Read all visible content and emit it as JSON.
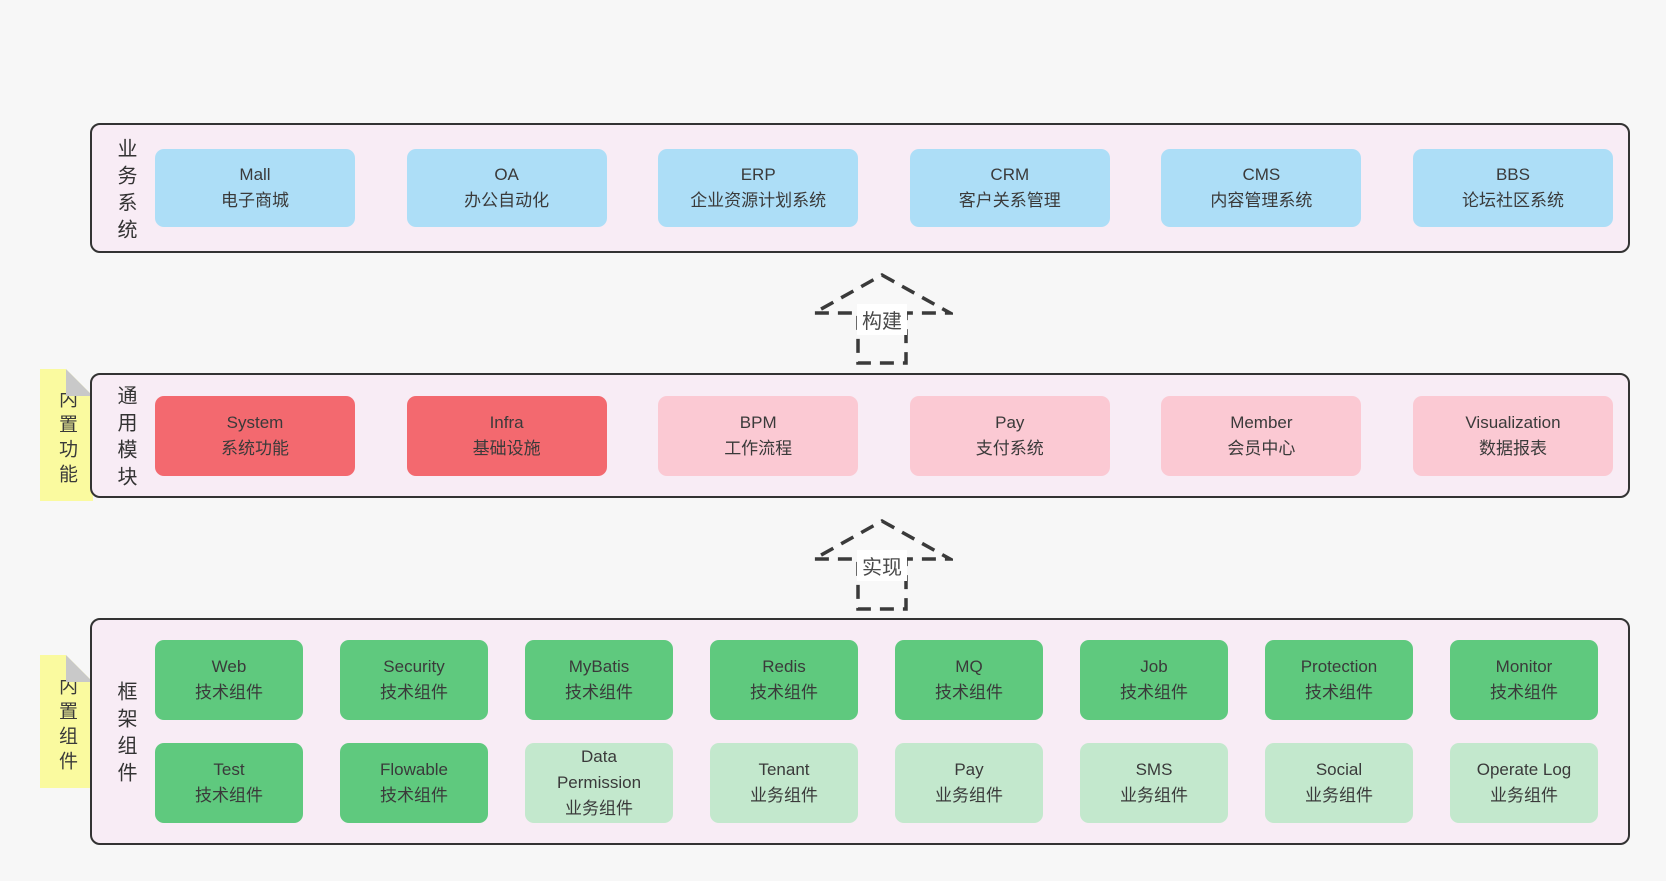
{
  "palette": {
    "page_bg": "#f7f7f7",
    "container_bg": "#f8ecf5",
    "container_border": "#333333",
    "blue": "#addef7",
    "red": "#f3696f",
    "pink": "#fbc9d3",
    "green": "#5fc97e",
    "light_green": "#c3e8cd",
    "note_yellow": "#fafa9f",
    "note_fold": "#c9c9c9",
    "text": "#3a3a3a"
  },
  "arrows": [
    {
      "label": "构建"
    },
    {
      "label": "实现"
    }
  ],
  "layers": [
    {
      "title_vertical": "业务系统",
      "boxes": [
        {
          "title": "Mall",
          "subtitle": "电子商城"
        },
        {
          "title": "OA",
          "subtitle": "办公自动化"
        },
        {
          "title": "ERP",
          "subtitle": "企业资源计划系统"
        },
        {
          "title": "CRM",
          "subtitle": "客户关系管理"
        },
        {
          "title": "CMS",
          "subtitle": "内容管理系统"
        },
        {
          "title": "BBS",
          "subtitle": "论坛社区系统"
        }
      ]
    },
    {
      "title_vertical": "通用模块",
      "note": "内置功能",
      "boxes": [
        {
          "title": "System",
          "subtitle": "系统功能"
        },
        {
          "title": "Infra",
          "subtitle": "基础设施"
        },
        {
          "title": "BPM",
          "subtitle": "工作流程"
        },
        {
          "title": "Pay",
          "subtitle": "支付系统"
        },
        {
          "title": "Member",
          "subtitle": "会员中心"
        },
        {
          "title": "Visualization",
          "subtitle": "数据报表"
        }
      ]
    },
    {
      "title_vertical": "框架组件",
      "note": "内置组件",
      "rows": [
        [
          {
            "title": "Web",
            "subtitle": "技术组件"
          },
          {
            "title": "Security",
            "subtitle": "技术组件"
          },
          {
            "title": "MyBatis",
            "subtitle": "技术组件"
          },
          {
            "title": "Redis",
            "subtitle": "技术组件"
          },
          {
            "title": "MQ",
            "subtitle": "技术组件"
          },
          {
            "title": "Job",
            "subtitle": "技术组件"
          },
          {
            "title": "Protection",
            "subtitle": "技术组件"
          },
          {
            "title": "Monitor",
            "subtitle": "技术组件"
          }
        ],
        [
          {
            "title": "Test",
            "subtitle": "技术组件"
          },
          {
            "title": "Flowable",
            "subtitle": "技术组件"
          },
          {
            "title": "Data Permission",
            "subtitle": "业务组件"
          },
          {
            "title": "Tenant",
            "subtitle": "业务组件"
          },
          {
            "title": "Pay",
            "subtitle": "业务组件"
          },
          {
            "title": "SMS",
            "subtitle": "业务组件"
          },
          {
            "title": "Social",
            "subtitle": "业务组件"
          },
          {
            "title": "Operate Log",
            "subtitle": "业务组件"
          }
        ]
      ]
    }
  ]
}
